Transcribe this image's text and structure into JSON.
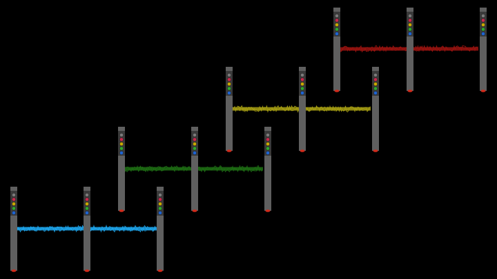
{
  "canvas": {
    "background": "#000000"
  },
  "post_style": {
    "body_color": "#5f5f5f",
    "cap_color": "#3a3a3a",
    "foot_color": "#d42a1a",
    "light_colors": [
      "#7a7a7a",
      "#c8284c",
      "#c8a800",
      "#2ea82e",
      "#1e64d2"
    ]
  },
  "tiers": [
    {
      "name": "tier-1",
      "beam_color": "#1ea8f0",
      "posts_per_tier": 3
    },
    {
      "name": "tier-2",
      "beam_color": "#1e6e14",
      "posts_per_tier": 3
    },
    {
      "name": "tier-3",
      "beam_color": "#a8a014",
      "posts_per_tier": 3
    },
    {
      "name": "tier-4",
      "beam_color": "#9a1410",
      "posts_per_tier": 3
    }
  ]
}
